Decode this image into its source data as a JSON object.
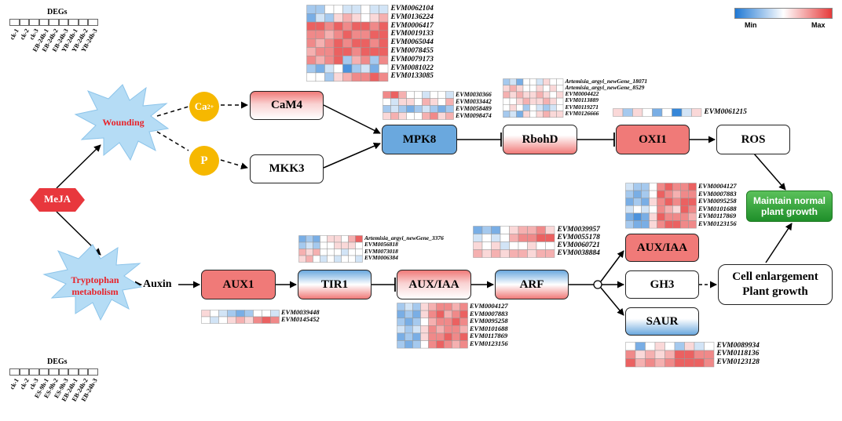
{
  "colors": {
    "blue": "#3f8fd9",
    "white": "#ffffff",
    "red": "#e84a4a",
    "star": "#b5dcf5",
    "mejaRed": "#e8373d",
    "caYellow": "#f6b800",
    "green": "#2aa135"
  },
  "legend": {
    "min": "Min",
    "max": "Max"
  },
  "degs_top": {
    "title": "DEGs",
    "samples": [
      "ck-1",
      "ck-2",
      "ck-3",
      "EB-24h-1",
      "EB-24h-2",
      "EB-24h-3",
      "YB-24h-1",
      "YB-24h-2",
      "YB-24h-3"
    ]
  },
  "degs_bottom": {
    "title": "DEGs",
    "samples": [
      "ck-1",
      "ck-2",
      "ck-3",
      "ES-9h-1",
      "ES-9h-2",
      "ES-9h-3",
      "EB-24h-1",
      "EB-24h-2",
      "EB-24h-3"
    ]
  },
  "nodes": {
    "meja": "MeJA",
    "wounding": "Wounding",
    "tryptophan_line1": "Tryptophan",
    "tryptophan_line2": "metabolism",
    "ca": "Ca",
    "ca_sup": "2+",
    "p": "P",
    "cam4": "CaM4",
    "mkk3": "MKK3",
    "mpk8": "MPK8",
    "rbohd": "RbohD",
    "oxi1": "OXI1",
    "ros": "ROS",
    "auxin": "Auxin",
    "aux1": "AUX1",
    "tir1": "TIR1",
    "auxiaa_mid": "AUX/IAA",
    "arf": "ARF",
    "auxiaa_right": "AUX/IAA",
    "gh3": "GH3",
    "saur": "SAUR",
    "cell_line1": "Cell enlargement",
    "cell_line2": "Plant growth",
    "maintain_line1": "Maintain normal",
    "maintain_line2": "plant growth"
  },
  "heatmaps": [
    {
      "id": "cam4",
      "genes": [
        "EVM0062104",
        "EVM0136224",
        "EVM0006417",
        "EVM0019133",
        "EVM0065044",
        "EVM0078455",
        "EVM0079173",
        "EVM0081022",
        "EVM0133085"
      ],
      "values": [
        [
          0.3,
          0.3,
          0.5,
          0.5,
          0.4,
          0.4,
          0.5,
          0.4,
          0.4
        ],
        [
          0.2,
          0.4,
          0.3,
          0.6,
          0.7,
          0.6,
          0.5,
          0.6,
          0.7
        ],
        [
          0.9,
          0.9,
          0.8,
          0.9,
          0.8,
          0.9,
          0.9,
          0.8,
          0.9
        ],
        [
          0.8,
          0.8,
          0.7,
          0.8,
          0.9,
          0.8,
          0.8,
          0.9,
          0.9
        ],
        [
          0.8,
          0.7,
          0.8,
          0.9,
          0.8,
          0.9,
          0.9,
          0.8,
          0.9
        ],
        [
          0.7,
          0.8,
          0.8,
          0.9,
          0.9,
          0.8,
          0.9,
          0.9,
          0.9
        ],
        [
          0.8,
          0.7,
          0.8,
          0.9,
          0.3,
          0.7,
          0.8,
          0.3,
          0.8
        ],
        [
          0.3,
          0.2,
          0.4,
          0.5,
          0.1,
          0.3,
          0.4,
          0.2,
          0.5
        ],
        [
          0.5,
          0.5,
          0.3,
          0.6,
          0.7,
          0.8,
          0.8,
          0.9,
          0.8
        ]
      ]
    },
    {
      "id": "mpk8",
      "genes": [
        "EVM0030366",
        "EVM0033442",
        "EVM0058489",
        "EVM0098474"
      ],
      "values": [
        [
          0.8,
          0.9,
          0.7,
          0.5,
          0.5,
          0.4,
          0.5,
          0.5,
          0.4
        ],
        [
          0.5,
          0.4,
          0.6,
          0.6,
          0.5,
          0.7,
          0.6,
          0.5,
          0.7
        ],
        [
          0.3,
          0.4,
          0.3,
          0.2,
          0.3,
          0.4,
          0.3,
          0.2,
          0.3
        ],
        [
          0.6,
          0.7,
          0.6,
          0.5,
          0.5,
          0.7,
          0.8,
          0.6,
          0.7
        ]
      ]
    },
    {
      "id": "rbohd",
      "genes": [
        "Artemisia_argyi_newGene_18071",
        "Artemisia_argyi_newGene_8529",
        "EVM0004422",
        "EVM0113889",
        "EVM0119271",
        "EVM0126666"
      ],
      "values": [
        [
          0.3,
          0.4,
          0.2,
          0.5,
          0.5,
          0.4,
          0.6,
          0.5,
          0.5
        ],
        [
          0.6,
          0.7,
          0.6,
          0.5,
          0.5,
          0.6,
          0.5,
          0.6,
          0.5
        ],
        [
          0.7,
          0.6,
          0.7,
          0.6,
          0.6,
          0.7,
          0.6,
          0.5,
          0.6
        ],
        [
          0.5,
          0.5,
          0.6,
          0.7,
          0.6,
          0.6,
          0.7,
          0.6,
          0.5
        ],
        [
          0.5,
          0.6,
          0.5,
          0.3,
          0.5,
          0.4,
          0.3,
          0.4,
          0.5
        ],
        [
          0.3,
          0.4,
          0.2,
          0.6,
          0.5,
          0.6,
          0.7,
          0.6,
          0.6
        ]
      ]
    },
    {
      "id": "oxi1",
      "genes": [
        "EVM0061215"
      ],
      "values": [
        [
          0.6,
          0.3,
          0.6,
          0.5,
          0.2,
          0.5,
          0.05,
          0.4,
          0.6
        ]
      ]
    },
    {
      "id": "aux_right",
      "genes": [
        "EVM0004127",
        "EVM0007883",
        "EVM0095258",
        "EVM0101688",
        "EVM0117869",
        "EVM0123156"
      ],
      "values": [
        [
          0.4,
          0.3,
          0.3,
          0.5,
          0.8,
          0.9,
          0.8,
          0.8,
          0.9
        ],
        [
          0.3,
          0.2,
          0.3,
          0.5,
          0.9,
          0.8,
          0.7,
          0.8,
          0.8
        ],
        [
          0.2,
          0.3,
          0.2,
          0.6,
          0.8,
          0.9,
          0.8,
          0.9,
          0.9
        ],
        [
          0.4,
          0.5,
          0.4,
          0.5,
          0.8,
          0.7,
          0.6,
          0.9,
          0.8
        ],
        [
          0.2,
          0.1,
          0.2,
          0.6,
          0.9,
          0.8,
          0.8,
          0.8,
          0.7
        ],
        [
          0.3,
          0.2,
          0.2,
          0.6,
          0.8,
          0.9,
          0.9,
          0.8,
          0.8
        ]
      ]
    },
    {
      "id": "arf",
      "genes": [
        "EVM0039957",
        "EVM0055178",
        "EVM0060721",
        "EVM0038884"
      ],
      "values": [
        [
          0.2,
          0.3,
          0.2,
          0.5,
          0.6,
          0.7,
          0.7,
          0.8,
          0.6
        ],
        [
          0.4,
          0.5,
          0.4,
          0.5,
          0.7,
          0.8,
          0.8,
          0.9,
          0.9
        ],
        [
          0.6,
          0.5,
          0.6,
          0.4,
          0.5,
          0.5,
          0.6,
          0.5,
          0.5
        ],
        [
          0.7,
          0.6,
          0.7,
          0.6,
          0.7,
          0.7,
          0.6,
          0.7,
          0.7
        ]
      ]
    },
    {
      "id": "tir1",
      "genes": [
        "Artemisia_argyi_newGene_3376",
        "EVM0056818",
        "EVM0073018",
        "EVM0006384"
      ],
      "values": [
        [
          0.2,
          0.3,
          0.2,
          0.5,
          0.6,
          0.6,
          0.5,
          0.7,
          0.9
        ],
        [
          0.3,
          0.4,
          0.3,
          0.5,
          0.5,
          0.6,
          0.6,
          0.6,
          0.5
        ],
        [
          0.7,
          0.6,
          0.7,
          0.5,
          0.5,
          0.5,
          0.4,
          0.5,
          0.5
        ],
        [
          0.6,
          0.7,
          0.5,
          0.4,
          0.5,
          0.4,
          0.5,
          0.5,
          0.4
        ]
      ]
    },
    {
      "id": "aux1",
      "genes": [
        "EVM0039448",
        "EVM0145452"
      ],
      "values": [
        [
          0.6,
          0.5,
          0.4,
          0.3,
          0.2,
          0.3,
          0.5,
          0.5,
          0.4
        ],
        [
          0.5,
          0.4,
          0.5,
          0.6,
          0.7,
          0.6,
          0.8,
          0.9,
          0.8
        ]
      ]
    },
    {
      "id": "aux_mid",
      "genes": [
        "EVM0004127",
        "EVM0007883",
        "EVM0095258",
        "EVM0101688",
        "EVM0117869",
        "EVM0123156"
      ],
      "values": [
        [
          0.3,
          0.4,
          0.3,
          0.6,
          0.7,
          0.8,
          0.8,
          0.7,
          0.8
        ],
        [
          0.2,
          0.3,
          0.2,
          0.6,
          0.8,
          0.9,
          0.7,
          0.8,
          0.9
        ],
        [
          0.3,
          0.2,
          0.3,
          0.5,
          0.7,
          0.8,
          0.8,
          0.9,
          0.8
        ],
        [
          0.4,
          0.3,
          0.4,
          0.6,
          0.8,
          0.7,
          0.8,
          0.8,
          0.7
        ],
        [
          0.2,
          0.3,
          0.2,
          0.6,
          0.8,
          0.8,
          0.9,
          0.8,
          0.9
        ],
        [
          0.3,
          0.2,
          0.3,
          0.5,
          0.8,
          0.9,
          0.8,
          0.7,
          0.8
        ]
      ]
    },
    {
      "id": "saur",
      "genes": [
        "EVM0089934",
        "EVM0118136",
        "EVM0123128"
      ],
      "values": [
        [
          0.5,
          0.2,
          0.5,
          0.6,
          0.5,
          0.3,
          0.6,
          0.4,
          0.5
        ],
        [
          0.8,
          0.6,
          0.7,
          0.6,
          0.7,
          0.9,
          0.9,
          0.8,
          0.8
        ],
        [
          0.9,
          0.7,
          0.8,
          0.7,
          0.8,
          0.9,
          0.9,
          0.9,
          0.8
        ]
      ]
    }
  ]
}
